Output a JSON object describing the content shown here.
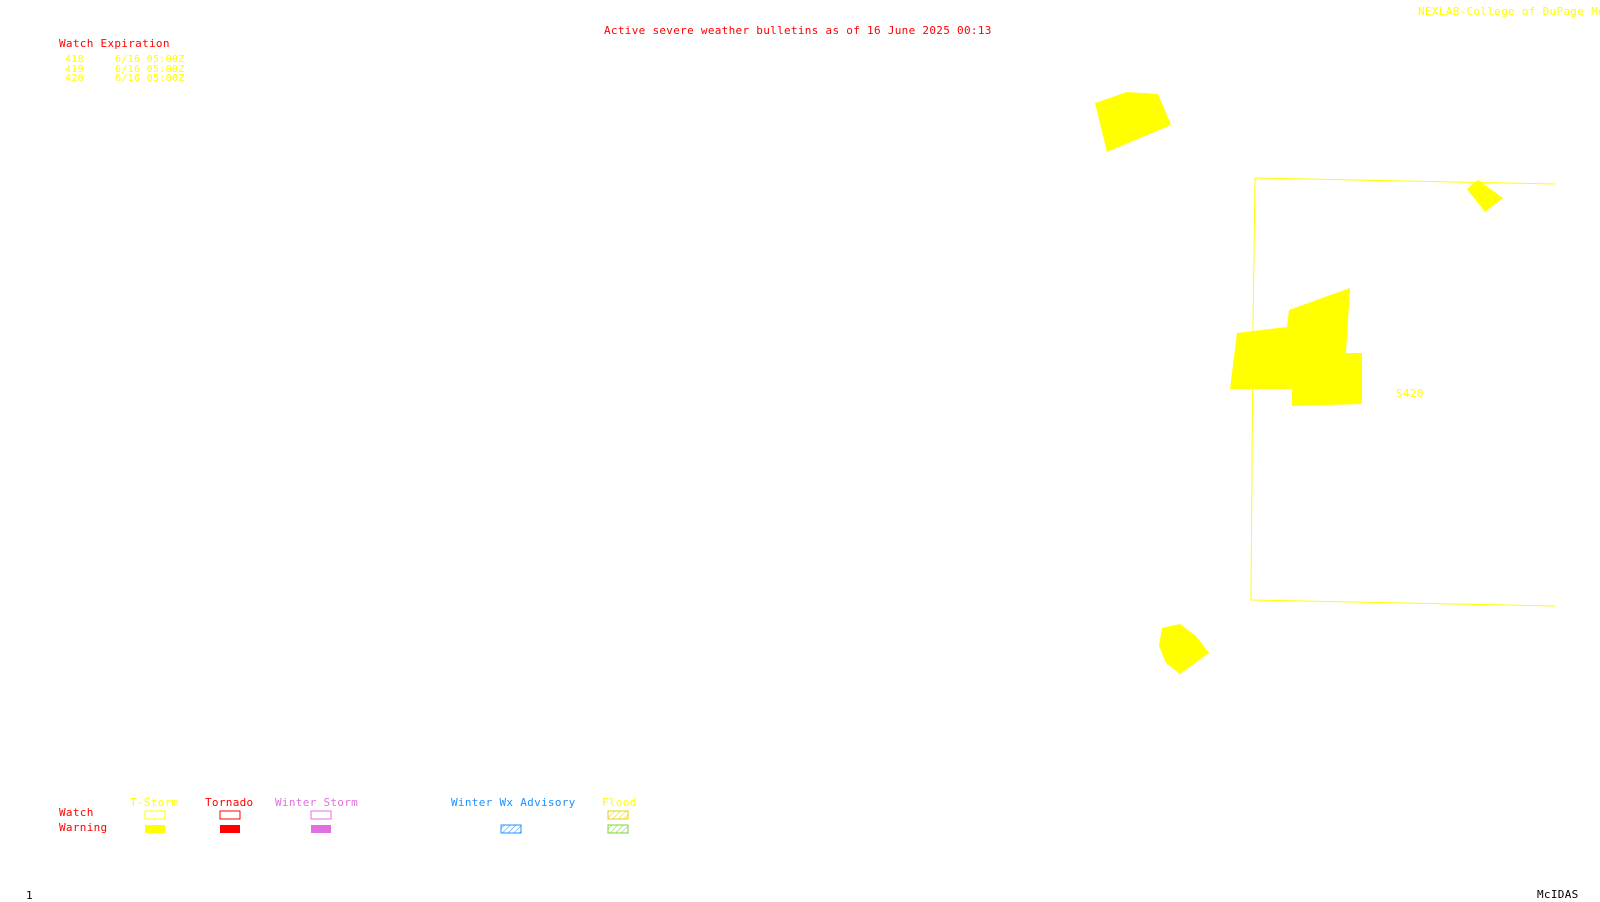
{
  "header": {
    "title": "Active severe weather bulletins as of 16 June 2025 00:13",
    "credit": "NEXLAB-College of DuPage Me"
  },
  "watch_table": {
    "heading": "Watch Expiration",
    "rows": [
      {
        "number": "418",
        "expires": "6/16 05:00Z"
      },
      {
        "number": "419",
        "expires": "6/16 05:00Z"
      },
      {
        "number": "420",
        "expires": "6/16 05:00Z"
      }
    ]
  },
  "map": {
    "watch_label": "S420"
  },
  "legend": {
    "row_watch": "Watch",
    "row_warning": "Warning",
    "categories": [
      {
        "label": "T-Storm",
        "color": "#ffff00"
      },
      {
        "label": "Tornado",
        "color": "#ff0000"
      },
      {
        "label": "Winter Storm",
        "color": "#e070e0"
      },
      {
        "label": "Winter Wx Advisory",
        "color": "#1e90ff"
      },
      {
        "label": "Flood",
        "color": "#ffff00",
        "warning_color": "#7fd03a"
      }
    ]
  },
  "footer": {
    "frame_number": "1",
    "software": "McIDAS"
  },
  "colors": {
    "title": "#ff0000",
    "watch_text": "#ffff00",
    "warning_fill": "#ffff00",
    "footer_text": "#000000"
  }
}
